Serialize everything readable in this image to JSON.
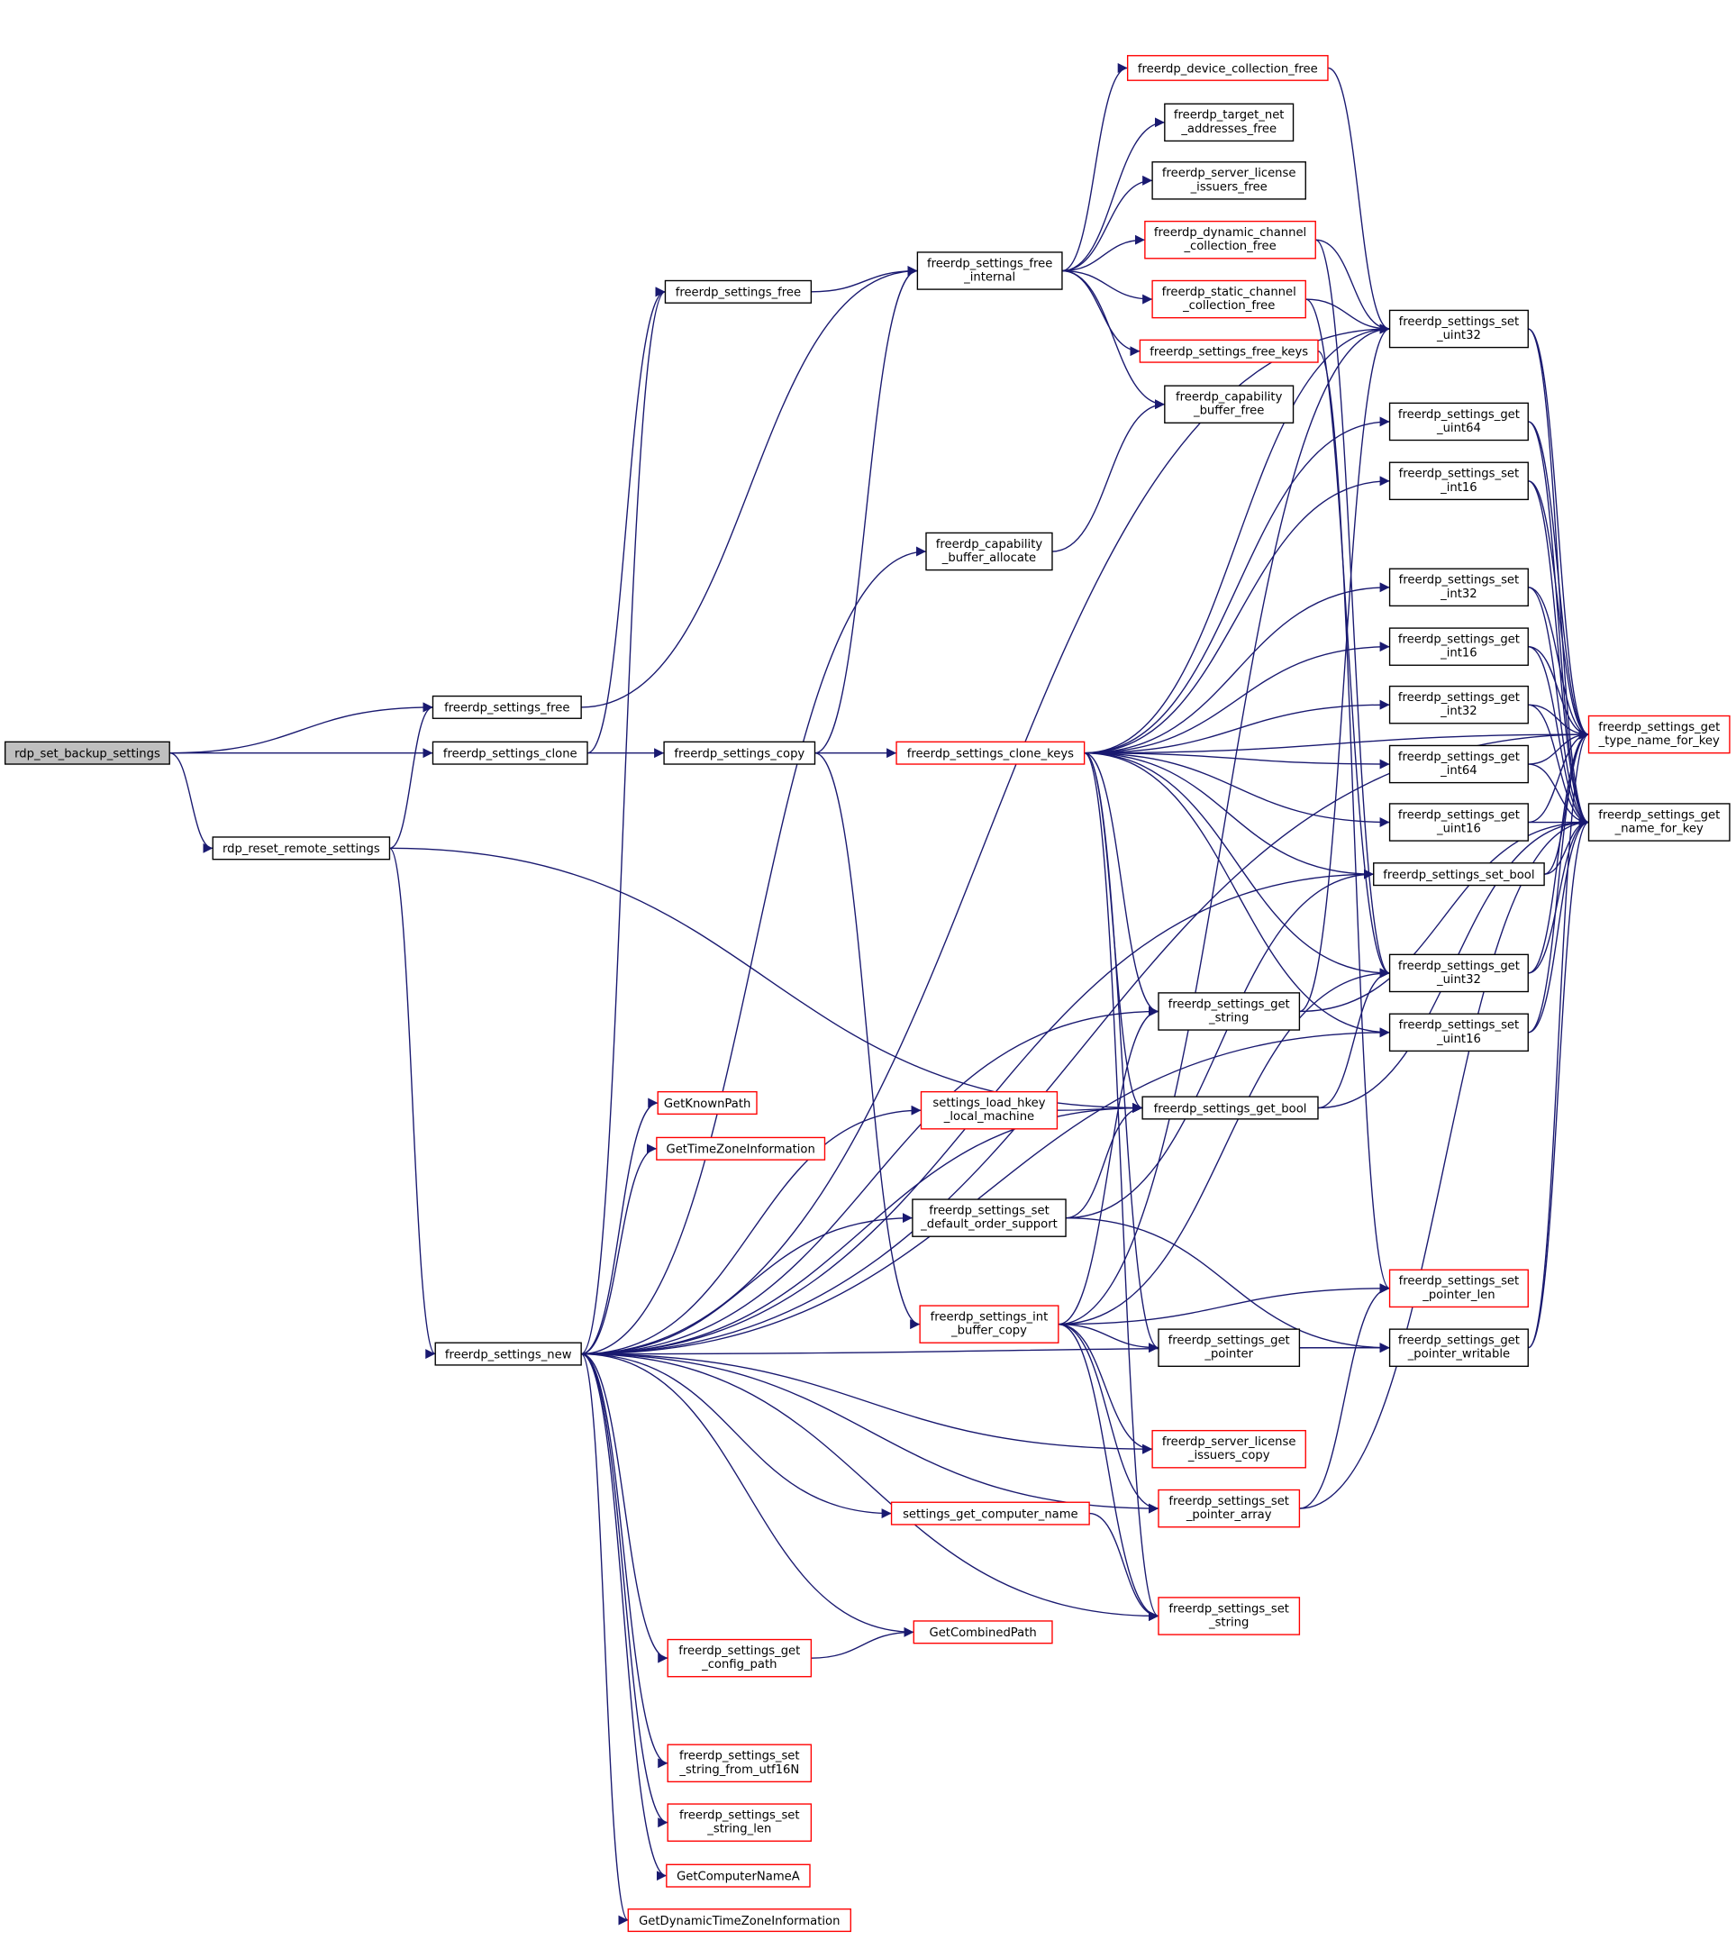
{
  "edge_color": "#191970",
  "nodes": [
    {
      "lines": [
        "rdp_set_backup_settings"
      ],
      "border": "#000000",
      "fill": "#bfbfbf"
    },
    {
      "lines": [
        "freerdp_settings_free"
      ],
      "border": "#000000",
      "fill": "#ffffff"
    },
    {
      "lines": [
        "freerdp_settings_clone"
      ],
      "border": "#000000",
      "fill": "#ffffff"
    },
    {
      "lines": [
        "rdp_reset_remote_settings"
      ],
      "border": "#000000",
      "fill": "#ffffff"
    },
    {
      "lines": [
        "freerdp_settings_new"
      ],
      "border": "#000000",
      "fill": "#ffffff"
    },
    {
      "lines": [
        "freerdp_settings_copy"
      ],
      "border": "#000000",
      "fill": "#ffffff"
    },
    {
      "lines": [
        "freerdp_settings_free"
      ],
      "border": "#000000",
      "fill": "#ffffff"
    },
    {
      "lines": [
        "freerdp_settings_free",
        "_internal"
      ],
      "border": "#000000",
      "fill": "#ffffff"
    },
    {
      "lines": [
        "freerdp_device_collection_free"
      ],
      "border": "#ff0000",
      "fill": "#ffffff"
    },
    {
      "lines": [
        "freerdp_target_net",
        "_addresses_free"
      ],
      "border": "#000000",
      "fill": "#ffffff"
    },
    {
      "lines": [
        "freerdp_server_license",
        "_issuers_free"
      ],
      "border": "#000000",
      "fill": "#ffffff"
    },
    {
      "lines": [
        "freerdp_dynamic_channel",
        "_collection_free"
      ],
      "border": "#ff0000",
      "fill": "#ffffff"
    },
    {
      "lines": [
        "freerdp_static_channel",
        "_collection_free"
      ],
      "border": "#ff0000",
      "fill": "#ffffff"
    },
    {
      "lines": [
        "freerdp_settings_free_keys"
      ],
      "border": "#ff0000",
      "fill": "#ffffff"
    },
    {
      "lines": [
        "freerdp_capability",
        "_buffer_free"
      ],
      "border": "#000000",
      "fill": "#ffffff"
    },
    {
      "lines": [
        "freerdp_capability",
        "_buffer_allocate"
      ],
      "border": "#000000",
      "fill": "#ffffff"
    },
    {
      "lines": [
        "freerdp_settings_clone_keys"
      ],
      "border": "#ff0000",
      "fill": "#ffffff"
    },
    {
      "lines": [
        "freerdp_settings_set",
        "_uint32"
      ],
      "border": "#000000",
      "fill": "#ffffff"
    },
    {
      "lines": [
        "freerdp_settings_get",
        "_uint64"
      ],
      "border": "#000000",
      "fill": "#ffffff"
    },
    {
      "lines": [
        "freerdp_settings_set",
        "_int16"
      ],
      "border": "#000000",
      "fill": "#ffffff"
    },
    {
      "lines": [
        "freerdp_settings_set",
        "_int32"
      ],
      "border": "#000000",
      "fill": "#ffffff"
    },
    {
      "lines": [
        "freerdp_settings_get",
        "_int16"
      ],
      "border": "#000000",
      "fill": "#ffffff"
    },
    {
      "lines": [
        "freerdp_settings_get",
        "_int32"
      ],
      "border": "#000000",
      "fill": "#ffffff"
    },
    {
      "lines": [
        "freerdp_settings_get",
        "_int64"
      ],
      "border": "#000000",
      "fill": "#ffffff"
    },
    {
      "lines": [
        "freerdp_settings_get",
        "_uint16"
      ],
      "border": "#000000",
      "fill": "#ffffff"
    },
    {
      "lines": [
        "freerdp_settings_set_bool"
      ],
      "border": "#000000",
      "fill": "#ffffff"
    },
    {
      "lines": [
        "freerdp_settings_get",
        "_uint32"
      ],
      "border": "#000000",
      "fill": "#ffffff"
    },
    {
      "lines": [
        "freerdp_settings_set",
        "_uint16"
      ],
      "border": "#000000",
      "fill": "#ffffff"
    },
    {
      "lines": [
        "freerdp_settings_get",
        "_type_name_for_key"
      ],
      "border": "#ff0000",
      "fill": "#ffffff"
    },
    {
      "lines": [
        "freerdp_settings_get",
        "_name_for_key"
      ],
      "border": "#000000",
      "fill": "#ffffff"
    },
    {
      "lines": [
        "freerdp_settings_get",
        "_string"
      ],
      "border": "#000000",
      "fill": "#ffffff"
    },
    {
      "lines": [
        "freerdp_settings_get_bool"
      ],
      "border": "#000000",
      "fill": "#ffffff"
    },
    {
      "lines": [
        "GetKnownPath"
      ],
      "border": "#ff0000",
      "fill": "#ffffff"
    },
    {
      "lines": [
        "GetTimeZoneInformation"
      ],
      "border": "#ff0000",
      "fill": "#ffffff"
    },
    {
      "lines": [
        "settings_load_hkey",
        "_local_machine"
      ],
      "border": "#ff0000",
      "fill": "#ffffff"
    },
    {
      "lines": [
        "freerdp_settings_set",
        "_default_order_support"
      ],
      "border": "#000000",
      "fill": "#ffffff"
    },
    {
      "lines": [
        "freerdp_settings_int",
        "_buffer_copy"
      ],
      "border": "#ff0000",
      "fill": "#ffffff"
    },
    {
      "lines": [
        "freerdp_settings_set",
        "_pointer_len"
      ],
      "border": "#ff0000",
      "fill": "#ffffff"
    },
    {
      "lines": [
        "freerdp_settings_get",
        "_pointer"
      ],
      "border": "#000000",
      "fill": "#ffffff"
    },
    {
      "lines": [
        "freerdp_settings_get",
        "_pointer_writable"
      ],
      "border": "#000000",
      "fill": "#ffffff"
    },
    {
      "lines": [
        "freerdp_server_license",
        "_issuers_copy"
      ],
      "border": "#ff0000",
      "fill": "#ffffff"
    },
    {
      "lines": [
        "freerdp_settings_set",
        "_pointer_array"
      ],
      "border": "#ff0000",
      "fill": "#ffffff"
    },
    {
      "lines": [
        "settings_get_computer_name"
      ],
      "border": "#ff0000",
      "fill": "#ffffff"
    },
    {
      "lines": [
        "freerdp_settings_set",
        "_string"
      ],
      "border": "#ff0000",
      "fill": "#ffffff"
    },
    {
      "lines": [
        "GetCombinedPath"
      ],
      "border": "#ff0000",
      "fill": "#ffffff"
    },
    {
      "lines": [
        "freerdp_settings_get",
        "_config_path"
      ],
      "border": "#ff0000",
      "fill": "#ffffff"
    },
    {
      "lines": [
        "freerdp_settings_set",
        "_string_from_utf16N"
      ],
      "border": "#ff0000",
      "fill": "#ffffff"
    },
    {
      "lines": [
        "freerdp_settings_set",
        "_string_len"
      ],
      "border": "#ff0000",
      "fill": "#ffffff"
    },
    {
      "lines": [
        "GetComputerNameA"
      ],
      "border": "#ff0000",
      "fill": "#ffffff"
    },
    {
      "lines": [
        "GetDynamicTimeZoneInformation"
      ],
      "border": "#ff0000",
      "fill": "#ffffff"
    }
  ]
}
